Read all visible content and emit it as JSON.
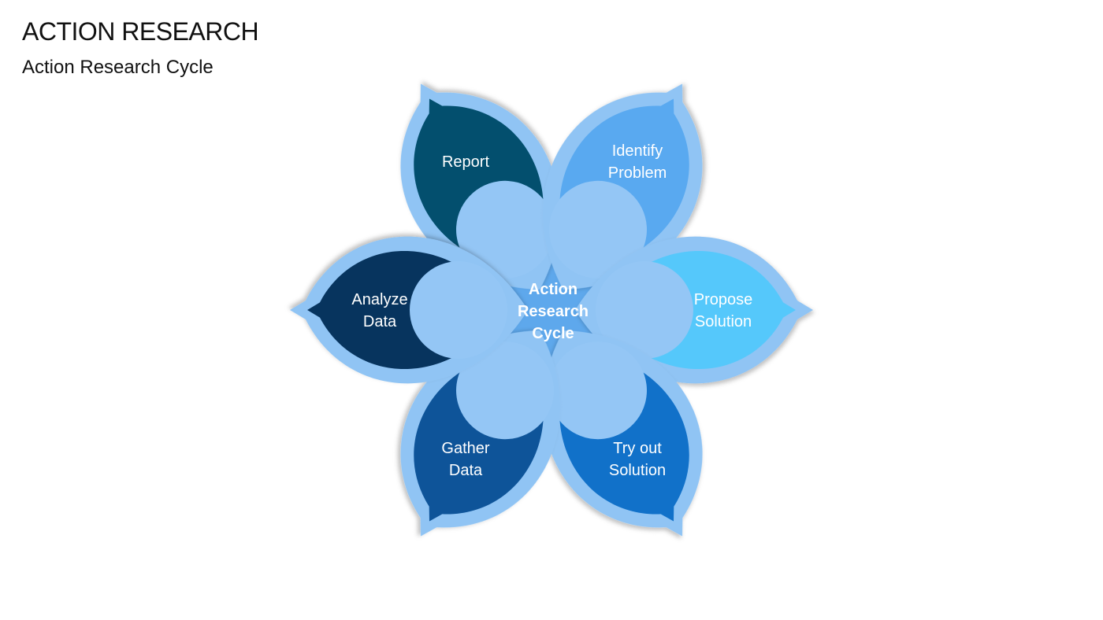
{
  "slide": {
    "title": "ACTION RESEARCH",
    "subtitle": "Action Research Cycle"
  },
  "diagram": {
    "center": {
      "lines": [
        "Action",
        "Research",
        "Cycle"
      ]
    },
    "petals": [
      {
        "id": "report",
        "lines": [
          "Report"
        ],
        "color": "#034F6E"
      },
      {
        "id": "identify-problem",
        "lines": [
          "Identify",
          "Problem"
        ],
        "color": "#59A9F0"
      },
      {
        "id": "propose-solution",
        "lines": [
          "Propose",
          "Solution"
        ],
        "color": "#55C8FB"
      },
      {
        "id": "try-out-solution",
        "lines": [
          "Try out",
          "Solution"
        ],
        "color": "#1171C9"
      },
      {
        "id": "gather-data",
        "lines": [
          "Gather",
          "Data"
        ],
        "color": "#0E5499"
      },
      {
        "id": "analyze-data",
        "lines": [
          "Analyze",
          "Data"
        ],
        "color": "#07345E"
      }
    ],
    "colors": {
      "petal_border": "#90C4F4",
      "center_star": "#5EA8EC",
      "inner_circle": "#94C6F5"
    }
  }
}
